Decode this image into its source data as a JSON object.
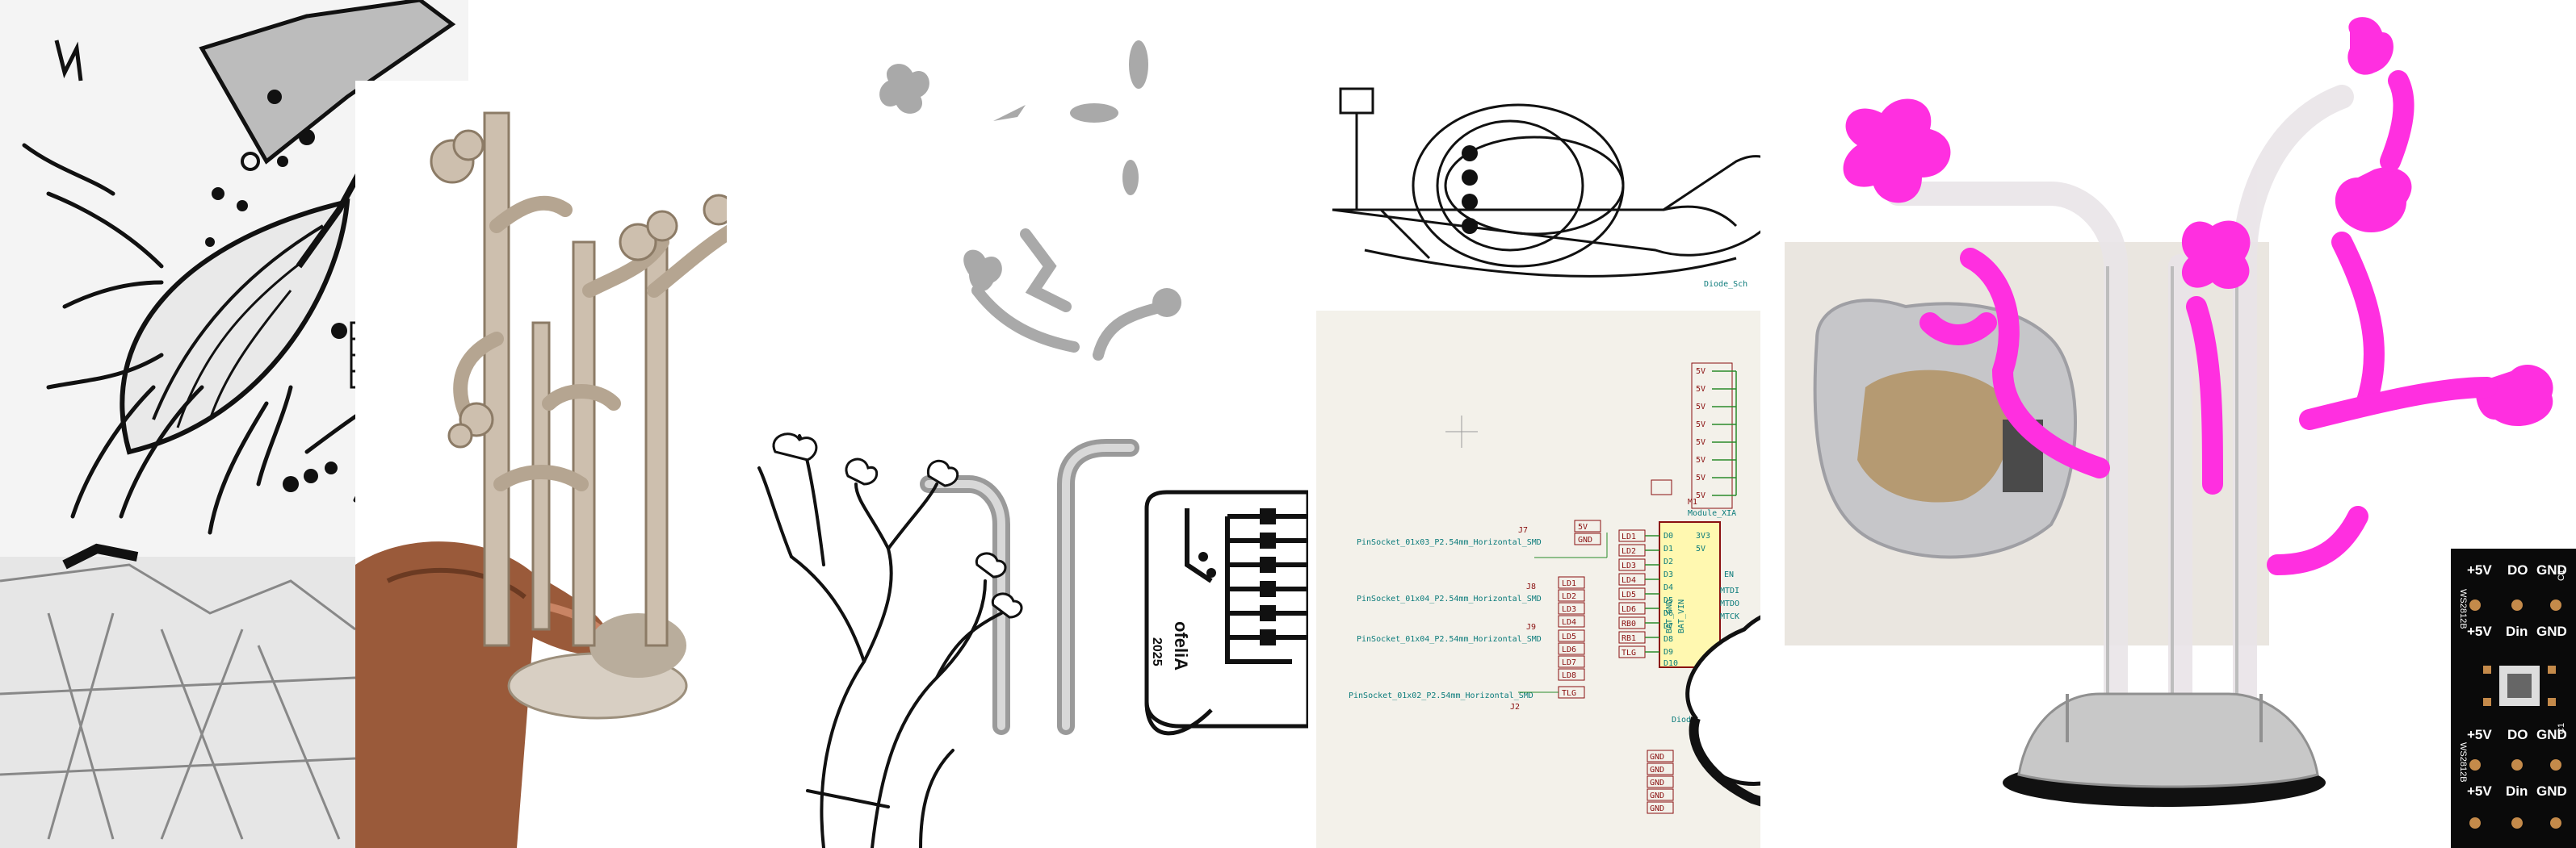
{
  "pcb_trace": {
    "name": "ofeliA",
    "year": "2025"
  },
  "schematic": {
    "top_right_label": "D",
    "top_right_sub": "Diode_Sch",
    "module_ref": "M1",
    "module_name": "Module_XIA",
    "connectors": [
      {
        "ref": "J7",
        "footprint": "PinSocket_01x03_P2.54mm_Horizontal_SMD"
      },
      {
        "ref": "J8",
        "footprint": "PinSocket_01x04_P2.54mm_Horizontal_SMD"
      },
      {
        "ref": "J9",
        "footprint": "PinSocket_01x04_P2.54mm_Horizontal_SMD"
      },
      {
        "ref": "J2",
        "footprint": "PinSocket_01x02_P2.54mm_Horizontal_SMD"
      }
    ],
    "power_labels": [
      "5V",
      "GND"
    ],
    "led_labels": [
      "LD1",
      "LD2",
      "LD3",
      "LD4",
      "LD5",
      "LD6",
      "LD7",
      "LD8"
    ],
    "tlg_label": "TLG",
    "left_pins": [
      "LD1",
      "LD2",
      "LD3",
      "LD4",
      "LD5",
      "LD6",
      "RB0",
      "RB1",
      "TLG"
    ],
    "chip_left": [
      "D0",
      "D1",
      "D2",
      "D3",
      "D4",
      "D5",
      "D6",
      "D7",
      "D8",
      "D9",
      "D10"
    ],
    "chip_right": [
      "3V3",
      "5V",
      "EN",
      "MTDI",
      "MTDO",
      "MTCK"
    ],
    "chip_bottom": [
      "BAT_GND",
      "BAT_VIN"
    ],
    "diode_bottom": "Diode_S",
    "gnd_labels": [
      "GND",
      "GND",
      "GND",
      "GND",
      "GND"
    ],
    "top_pins": [
      "5V",
      "5V",
      "5V",
      "5V",
      "5V",
      "5V",
      "5V",
      "5V"
    ]
  },
  "led_strip": {
    "row1": [
      "+5V",
      "DO",
      "GND"
    ],
    "row2": [
      "+5V",
      "Din",
      "GND"
    ],
    "row3": [
      "+5V",
      "DO",
      "GND"
    ],
    "row4": [
      "+5V",
      "Din",
      "GND"
    ],
    "side_labels": [
      "WS2812B",
      "C1",
      "WS2812B",
      "C1"
    ]
  },
  "colors": {
    "magenta": "#ff2fe0",
    "cardboard": "#cdbfae",
    "schematic_bg": "#f3f1ea",
    "schematic_red": "#8a1010",
    "schematic_teal": "#0b7b7b",
    "skin": "#9a5a3a"
  }
}
